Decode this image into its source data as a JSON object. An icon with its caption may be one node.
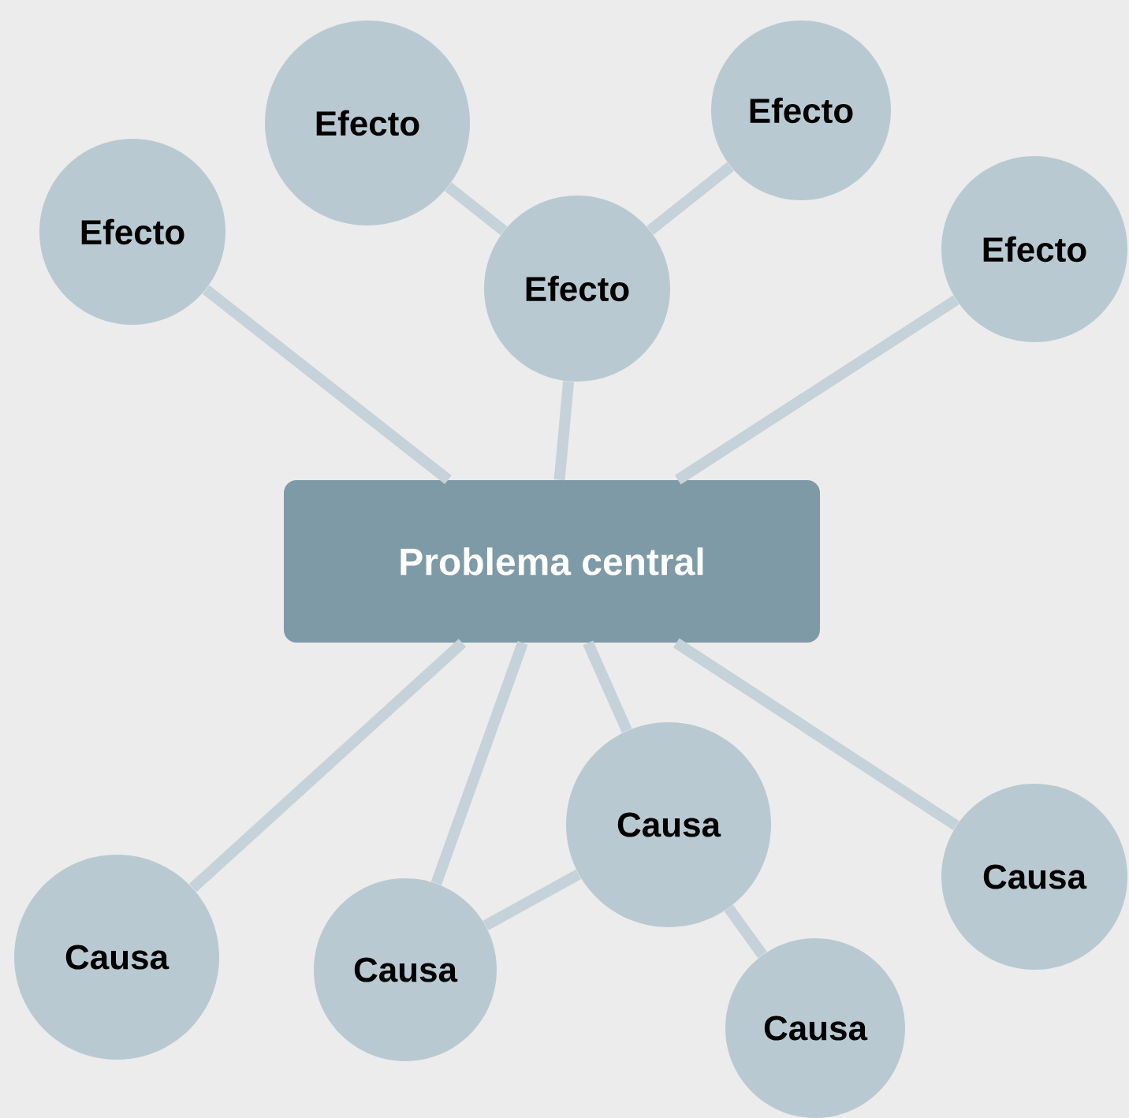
{
  "diagram": {
    "nodes": [
      {
        "text": [
          "Efecto"
        ]
      },
      {
        "text": [
          "Efecto"
        ]
      },
      {
        "text": [
          "Efecto"
        ]
      },
      {
        "text": [
          "Efecto"
        ]
      },
      {
        "text": [
          "Efecto"
        ]
      },
      {
        "text": [
          "Problema central"
        ]
      },
      {
        "text": [
          "Causa"
        ]
      },
      {
        "text": [
          "Causa"
        ]
      },
      {
        "text": [
          "Causa"
        ]
      },
      {
        "text": [
          "Causa"
        ]
      },
      {
        "text": [
          "Causa"
        ]
      }
    ],
    "edges": [
      {
        "from": 3,
        "to": 0,
        "arrow": "none"
      },
      {
        "from": 3,
        "to": 1,
        "arrow": "none"
      },
      {
        "from": 5,
        "to": 2,
        "arrow": "none"
      },
      {
        "from": 5,
        "to": 3,
        "arrow": "none"
      },
      {
        "from": 5,
        "to": 4,
        "arrow": "none"
      },
      {
        "from": 5,
        "to": 6,
        "arrow": "none"
      },
      {
        "from": 5,
        "to": 7,
        "arrow": "none"
      },
      {
        "from": 5,
        "to": 8,
        "arrow": "none"
      },
      {
        "from": 5,
        "to": 9,
        "arrow": "none"
      },
      {
        "from": 6,
        "to": 9,
        "arrow": "none"
      },
      {
        "from": 6,
        "to": 10,
        "arrow": "none"
      }
    ]
  }
}
